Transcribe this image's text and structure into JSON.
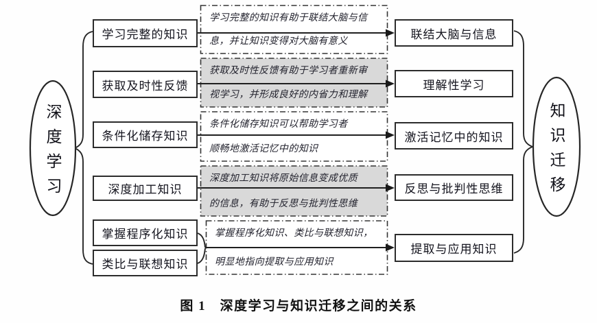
{
  "colors": {
    "line": "#262626",
    "note_border": "#333333",
    "note_bg": "#ffffff",
    "shaded_note_bg": "#d9d9d9"
  },
  "figure": {
    "left_oval": "深度学习",
    "right_oval": "知识迁移",
    "left_boxes": [
      "学习完整的知识",
      "获取及时性反馈",
      "条件化储存知识",
      "深度加工知识",
      "掌握程序化知识",
      "类比与联想知识"
    ],
    "right_boxes": [
      "联结大脑与信息",
      "理解性学习",
      "激活记忆中的知识",
      "反思与批判性思维",
      "提取与应用知识"
    ],
    "notes": [
      {
        "line1": "学习完整的知识有助于联结大脑与信",
        "line2": "息，并让知识变得对大脑有意义"
      },
      {
        "line1": "获取及时性反馈有助于学习者重新审",
        "line2": "视学习，并形成良好的内省力和理解"
      },
      {
        "line1": "条件化储存知识可以帮助学习者",
        "line2": "顺畅地激活记忆中的知识"
      },
      {
        "line1": "深度加工知识将原始信息变成优质",
        "line2": "的信息，有助于反思与批判性思维"
      },
      {
        "line1": "掌握程序化知识、类比与联想知识，",
        "line2": "明显地指向提取与应用知识"
      }
    ],
    "caption": "图 1　深度学习与知识迁移之间的关系"
  }
}
